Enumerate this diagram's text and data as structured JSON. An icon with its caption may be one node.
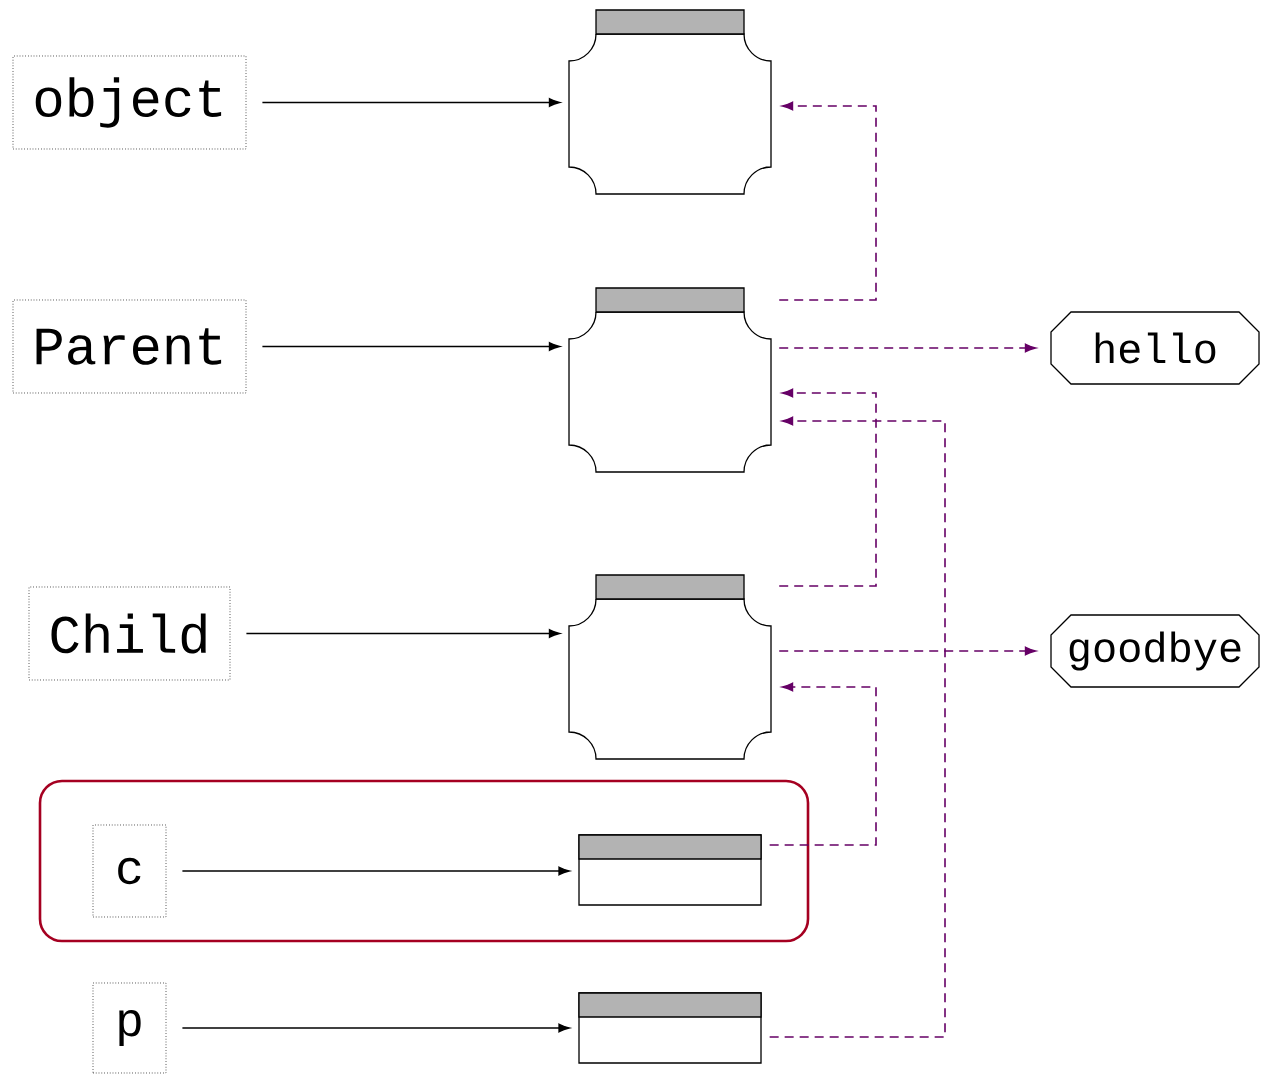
{
  "diagram": {
    "nodes": [
      {
        "text": [
          "object"
        ]
      },
      {
        "text": [],
        "shape": "box"
      },
      {
        "text": [
          "Parent"
        ]
      },
      {
        "text": [],
        "shape": "box"
      },
      {
        "text": [
          "hello"
        ]
      },
      {
        "text": [
          "Child"
        ]
      },
      {
        "text": [],
        "shape": "box"
      },
      {
        "text": [
          "goodbye"
        ]
      },
      {
        "text": [],
        "shape": "box"
      },
      {
        "text": [
          "c"
        ],
        "in": 8
      },
      {
        "text": [],
        "shape": "box",
        "in": 8
      },
      {
        "text": [
          "p"
        ]
      },
      {
        "text": [],
        "shape": "box"
      }
    ],
    "edges": [
      {
        "from": 0,
        "to": 1,
        "arrow": "to",
        "color": "#000000"
      },
      {
        "from": 2,
        "to": 3,
        "arrow": "to",
        "color": "#000000"
      },
      {
        "from": 5,
        "to": 6,
        "arrow": "to",
        "color": "#000000"
      },
      {
        "from": 9,
        "to": 10,
        "arrow": "to",
        "color": "#000000"
      },
      {
        "from": 11,
        "to": 12,
        "arrow": "to",
        "color": "#000000"
      },
      {
        "from": 3,
        "to": 1,
        "arrow": "to",
        "style": "dashed",
        "color": "#660066"
      },
      {
        "from": 3,
        "to": 4,
        "arrow": "to",
        "style": "dashed",
        "color": "#660066"
      },
      {
        "from": 6,
        "to": 3,
        "arrow": "to",
        "style": "dashed",
        "color": "#660066"
      },
      {
        "from": 6,
        "to": 7,
        "arrow": "to",
        "style": "dashed",
        "color": "#660066"
      },
      {
        "from": 10,
        "to": 6,
        "arrow": "to",
        "style": "dashed",
        "color": "#660066"
      },
      {
        "from": 12,
        "to": 3,
        "arrow": "to",
        "style": "dashed",
        "color": "#660066"
      }
    ]
  }
}
